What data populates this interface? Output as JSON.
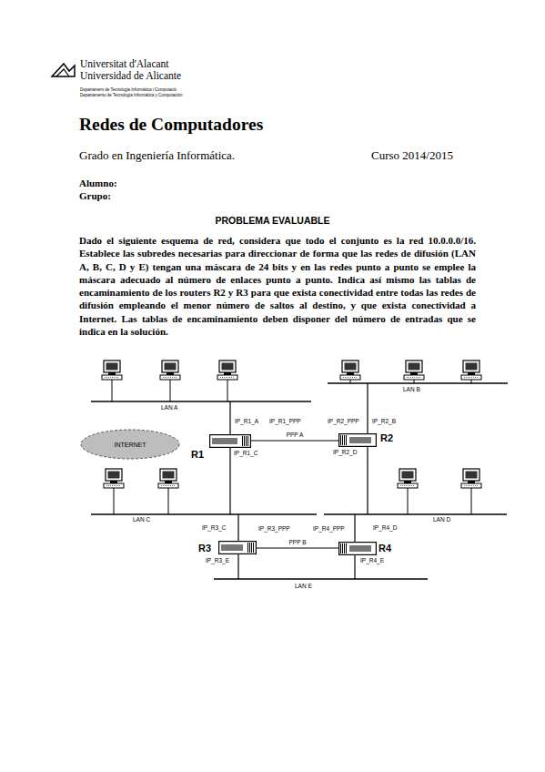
{
  "diagram": {
    "title": "Redes de Computadores",
    "nodes": [
      {
        "text": [
          "INTERNET"
        ]
      },
      {
        "text": [
          "R1"
        ]
      },
      {
        "text": [
          "R2"
        ]
      },
      {
        "text": [
          "R3"
        ]
      },
      {
        "text": [
          "R4"
        ]
      }
    ],
    "edges": [
      {
        "from": 1,
        "to": 2,
        "arrow": "none",
        "label": "PPP A"
      },
      {
        "from": 3,
        "to": 4,
        "arrow": "none",
        "label": "PPP B"
      }
    ],
    "labels": [
      "Universitat d'Alacant",
      "Universidad de Alicante",
      "Departament de Tecnologia Informàtica i Computació",
      "Departamento de Tecnología Informática y Computación",
      "Grado en Ingeniería Informática.",
      "Curso 2014/2015",
      "Alumno:",
      "Grupo:",
      "PROBLEMA EVALUABLE",
      "Dado el siguiente esquema de red, considera que todo el conjunto es la red 10.0.0.0/16. Establece las subredes necesarias para direccionar de forma que las redes de difusión (LAN A, B, C, D y E) tengan una máscara de 24 bits y en las redes punto a punto se emplee la máscara adecuado al número de enlaces punto a punto. Indica así mismo las tablas de encaminamiento de los routers R2 y R3 para que exista conectividad entre todas las redes de difusión empleando el menor número de saltos al destino, y que exista conectividad a Internet. Las tablas de encaminamiento deben disponer del número de entradas que se indica en la solución.",
      "LAN A",
      "LAN B",
      "LAN C",
      "LAN D",
      "LAN E",
      "IP_R1_A",
      "IP_R1_PPP",
      "IP_R2_PPP",
      "IP_R2_B",
      "IP_R1_C",
      "IP_R2_D",
      "IP_R3_C",
      "IP_R3_PPP",
      "IP_R4_PPP",
      "IP_R4_D",
      "IP_R3_E",
      "IP_R4_E"
    ]
  }
}
